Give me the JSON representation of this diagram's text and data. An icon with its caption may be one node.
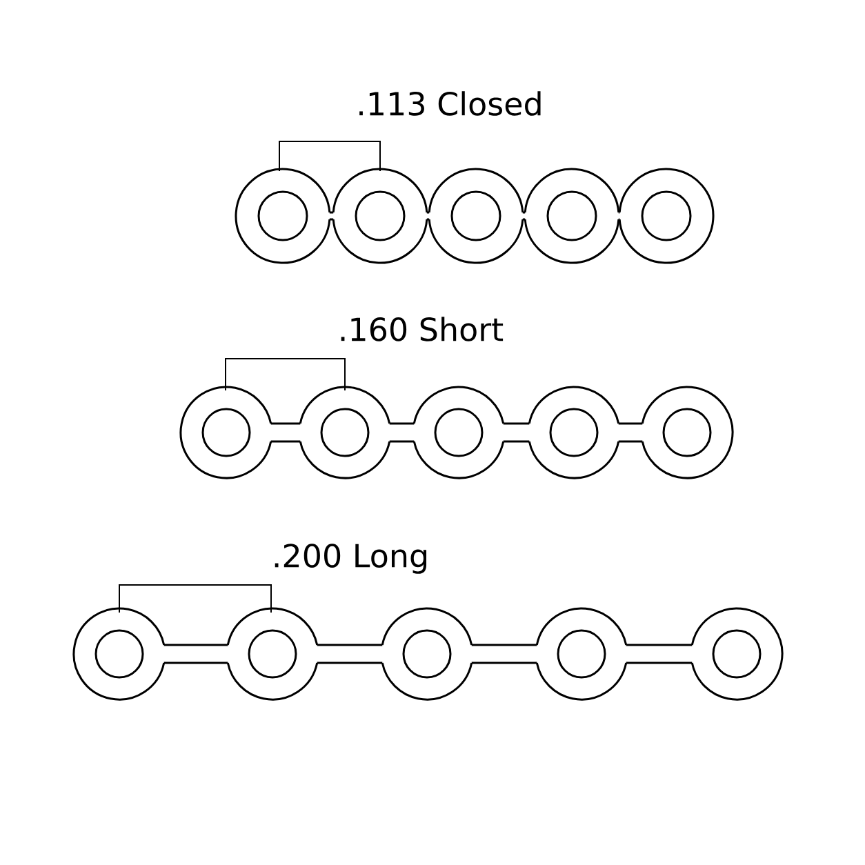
{
  "diagram": {
    "labels": [
      ".113 Closed",
      ".160 Short",
      ".200 Long"
    ]
  }
}
